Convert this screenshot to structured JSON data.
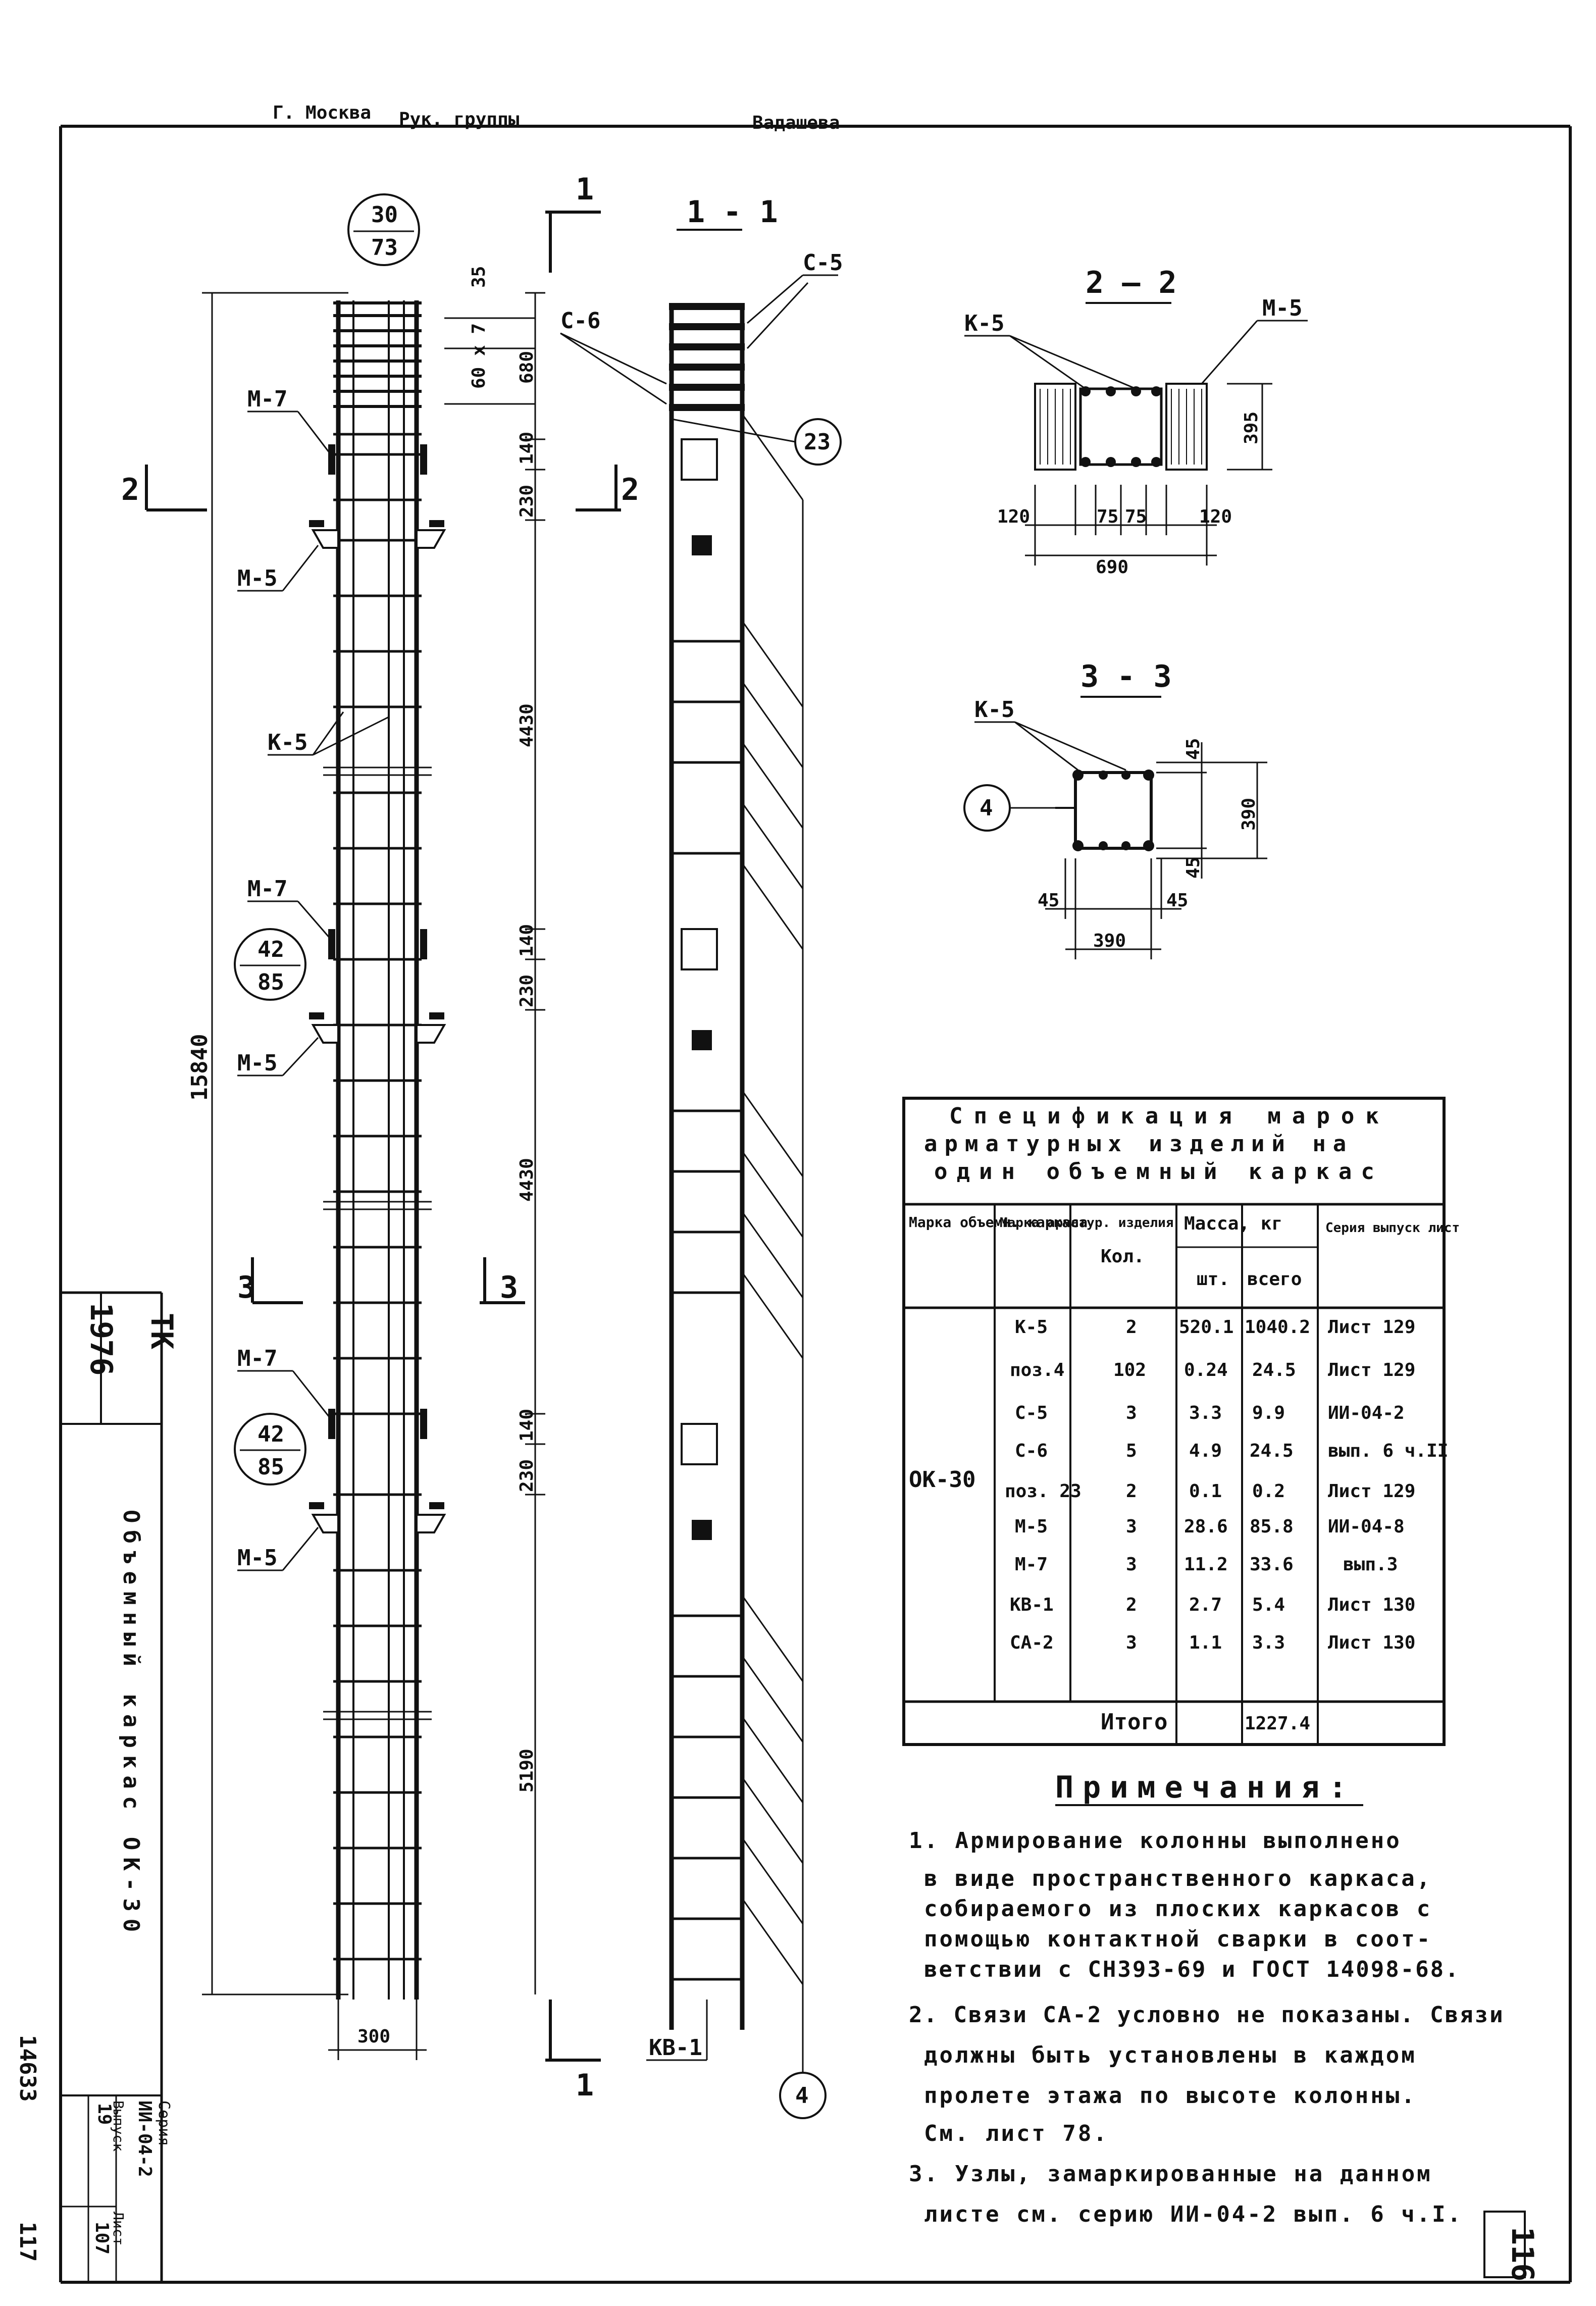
{
  "header": {
    "city": "Г. Москва",
    "role": "Рук. группы",
    "surname": "Вадашева"
  },
  "stamp": {
    "code": "ТК",
    "year": "1976",
    "title": "Объемный каркас ОК-30",
    "series_label": "Серия",
    "series_value": "ИИ-04-2",
    "issue_label": "Выпуск",
    "issue_value": "19",
    "sheet_label": "Лист",
    "sheet_value": "107",
    "archive_no": "14633",
    "corner_no": "117",
    "page_no": "116"
  },
  "elevation": {
    "column_mark": {
      "num": "30",
      "den": "73"
    },
    "floor_mark_1": {
      "num": "42",
      "den": "85"
    },
    "floor_mark_2": {
      "num": "42",
      "den": "85"
    },
    "total_height": "15840",
    "dims_top": [
      "35",
      "60 x 7",
      "680",
      "140",
      "230"
    ],
    "dim_4430_a": "4430",
    "dim_mid": [
      "140",
      "230"
    ],
    "dim_4430_b": "4430",
    "dim_low": [
      "140",
      "230"
    ],
    "dim_5190": "5190",
    "width_dim": "300",
    "labels": {
      "m7": "М-7",
      "m5": "М-5",
      "k5": "К-5"
    },
    "section_cuts": {
      "cut1": "1",
      "cut2": "2",
      "cut3": "3"
    }
  },
  "section_view": {
    "title": "1 - 1",
    "labels": {
      "c5": "С-5",
      "c6": "С-6",
      "kv1": "КВ-1"
    },
    "circle_23": "23",
    "circle_4": "4"
  },
  "section_2_2": {
    "title": "2 — 2",
    "label_k5": "К-5",
    "label_m5": "М-5",
    "dim_height": "395",
    "dims_bottom": [
      "120",
      "75",
      "75",
      "120"
    ],
    "dim_total": "690"
  },
  "section_3_3": {
    "title": "3 - 3",
    "label_k5": "К-5",
    "circle": "4",
    "dim_45_top": "45",
    "dim_390_v": "390",
    "dim_45_bottom": "45",
    "dim_45_left": "45",
    "dim_45_right": "45",
    "dim_390_h": "390"
  },
  "spec_table": {
    "title_lines": [
      "Спецификация марок",
      "арматурных изделий на",
      "один объемный каркас"
    ],
    "headers": {
      "c1": "Марка объемн. каркаса",
      "c2": "Марка арматур. изделия",
      "c3": "Кол.",
      "c4": "Масса, кг",
      "c4a": "шт.",
      "c4b": "всего",
      "c5": "Серия выпуск лист"
    },
    "frame_mark": "ОК-30",
    "rows": [
      [
        "К-5",
        "2",
        "520.1",
        "1040.2",
        "Лист 129"
      ],
      [
        "поз.4",
        "102",
        "0.24",
        "24.5",
        "Лист 129"
      ],
      [
        "С-5",
        "3",
        "3.3",
        "9.9",
        "ИИ-04-2"
      ],
      [
        "С-6",
        "5",
        "4.9",
        "24.5",
        "вып. 6 ч.II"
      ],
      [
        "поз. 23",
        "2",
        "0.1",
        "0.2",
        "Лист 129"
      ],
      [
        "М-5",
        "3",
        "28.6",
        "85.8",
        "ИИ-04-8"
      ],
      [
        "М-7",
        "3",
        "11.2",
        "33.6",
        "вып.3"
      ],
      [
        "КВ-1",
        "2",
        "2.7",
        "5.4",
        "Лист 130"
      ],
      [
        "СА-2",
        "3",
        "1.1",
        "3.3",
        "Лист 130"
      ]
    ],
    "total_label": "Итого",
    "total_value": "1227.4"
  },
  "notes": {
    "title": "Примечания:",
    "lines": [
      "1. Армирование колонны выполнено",
      "в виде пространственного каркаса,",
      "собираемого из плоских каркасов с",
      "помощью контактной сварки в соот-",
      "ветствии с СН393-69 и ГОСТ 14098-68.",
      "2. Связи СА-2 условно не показаны. Связи",
      "должны быть установлены в каждом",
      "пролете этажа по высоте колонны.",
      "См. лист 78.",
      "3. Узлы, замаркированные на данном",
      "листе см. серию ИИ-04-2 вып. 6 ч.I."
    ]
  }
}
